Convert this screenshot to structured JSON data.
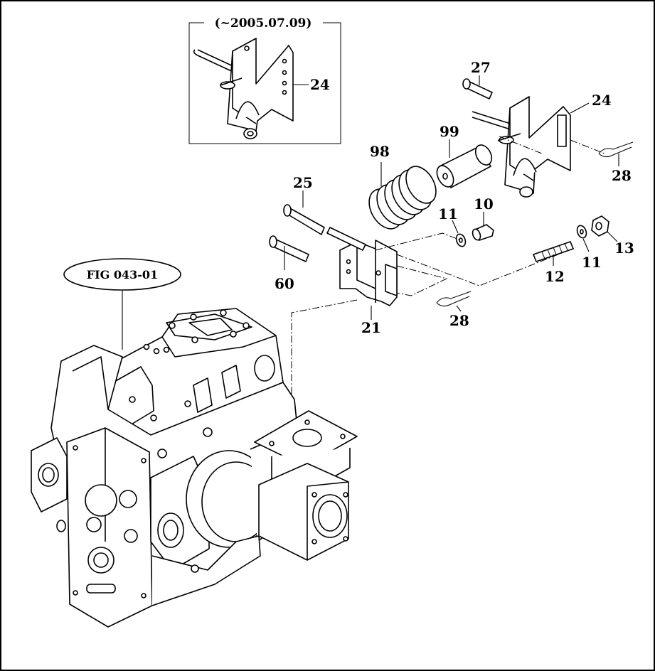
{
  "inset": {
    "date_label": "(~2005.07.09)",
    "part_label": "24"
  },
  "reference": {
    "label": "FIG 043-01"
  },
  "callouts": {
    "p27": "27",
    "p24": "24",
    "p99": "99",
    "p98": "98",
    "p28a": "28",
    "p25": "25",
    "p11a": "11",
    "p10": "10",
    "p13": "13",
    "p11b": "11",
    "p60": "60",
    "p12": "12",
    "p28b": "28",
    "p21": "21"
  },
  "colors": {
    "line": "#000000",
    "background": "#ffffff"
  }
}
